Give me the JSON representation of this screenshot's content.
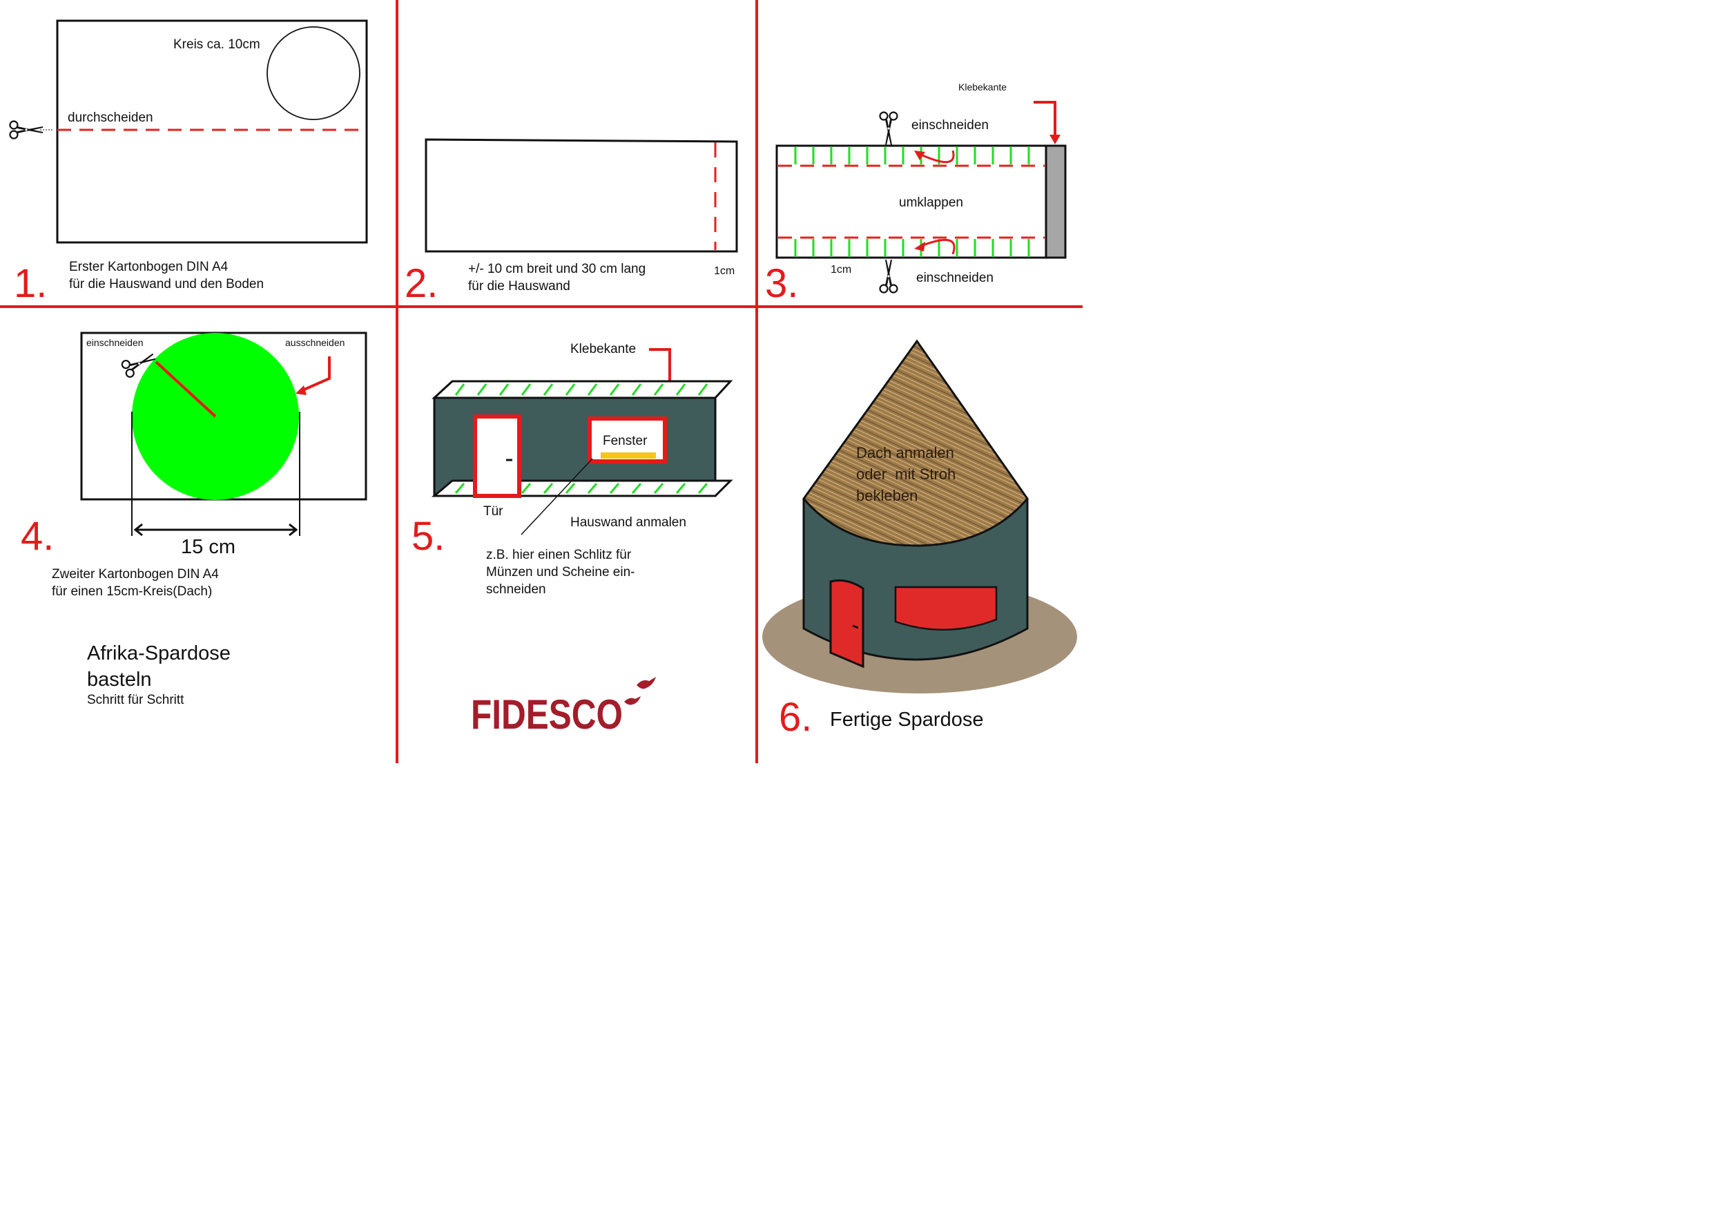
{
  "colors": {
    "grid_red": "#e31b1b",
    "dash_red": "#e8201e",
    "tick_green": "#22dd22",
    "roof_green": "#00ff00",
    "wall_dark": "#3f5c5a",
    "glue_grey": "#a6a6a6",
    "window_yellow": "#f5c518",
    "ground": "#a5927a",
    "straw": "#9c7a4a",
    "fidesco_red": "#a31d2a"
  },
  "panels": [
    {
      "number": "1.",
      "labels": {
        "circle": "Kreis ca. 10cm",
        "cut": "durchscheiden"
      },
      "caption": [
        "Erster Kartonbogen DIN A4",
        "für die Hauswand und den Boden"
      ],
      "icon": "scissors-icon"
    },
    {
      "number": "2.",
      "labels": {
        "margin": "1cm"
      },
      "caption": [
        "+/- 10 cm breit und 30 cm lang",
        "für die Hauswand"
      ]
    },
    {
      "number": "3.",
      "labels": {
        "glue_edge": "Klebekante",
        "cut_top": "einschneiden",
        "fold": "umklappen",
        "cut_bottom": "einschneiden",
        "margin": "1cm"
      },
      "icon": "scissors-icon"
    },
    {
      "number": "4.",
      "labels": {
        "cut_in": "einschneiden",
        "cut_out": "ausschneiden",
        "diameter": "15 cm"
      },
      "caption": [
        "Zweiter Kartonbogen DIN A4",
        "für einen 15cm-Kreis(Dach)"
      ],
      "icon": "scissors-icon"
    },
    {
      "number": "5.",
      "labels": {
        "glue_edge": "Klebekante",
        "window": "Fenster",
        "door": "Tür",
        "paint": "Hauswand anmalen"
      },
      "note": [
        "z.B. hier einen Schlitz für",
        "Münzen und Scheine ein-",
        "schneiden"
      ]
    },
    {
      "number": "6.",
      "labels": {
        "roof": [
          "Dach anmalen",
          "oder  mit Stroh",
          "bekleben"
        ]
      },
      "caption": "Fertige Spardose"
    }
  ],
  "title": {
    "line1": "Afrika-Spardose",
    "line2": "basteln",
    "subtitle": "Schritt für Schritt"
  },
  "logo": {
    "text": "FIDESCO"
  }
}
